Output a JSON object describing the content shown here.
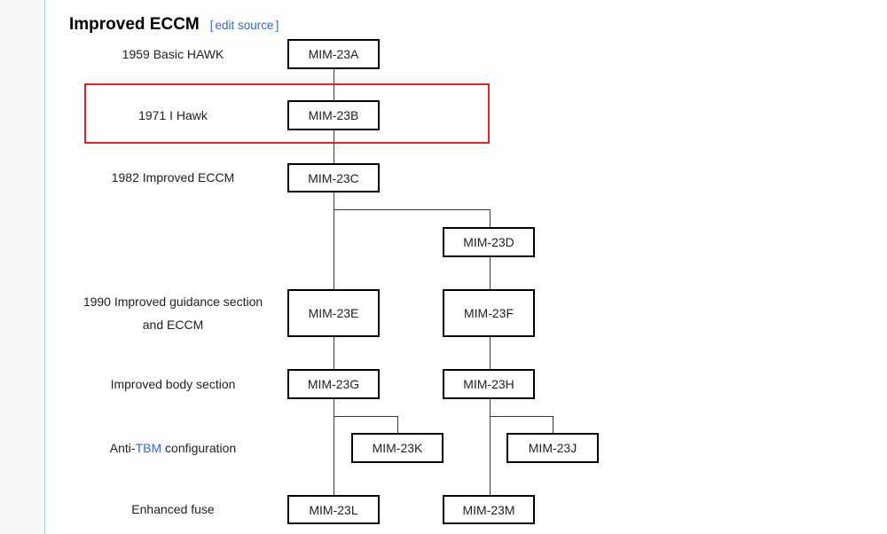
{
  "colors": {
    "highlight": "#ee1f1f",
    "link": "#3366cc",
    "sidebar-bg": "#f6f6f6",
    "sidebar-border": "#a7d7f9",
    "line": "#3a3a3a",
    "box-border": "#000000",
    "text": "#202122"
  },
  "page": {
    "heading": "Improved ECCM",
    "edit_link": {
      "open": "[",
      "label": "edit source",
      "close": "]"
    }
  },
  "diagram": {
    "row_labels": {
      "r1": "1959 Basic HAWK",
      "r2": "1971 I Hawk",
      "r3": "1982 Improved ECCM",
      "r4": "1990 Improved guidance section and ECCM",
      "r5": "Improved body section",
      "r6_prefix": "Anti-",
      "r6_link": "TBM",
      "r6_suffix": " configuration",
      "r7": "Enhanced fuse"
    },
    "nodes": {
      "a": "MIM-23A",
      "b": "MIM-23B",
      "c": "MIM-23C",
      "d": "MIM-23D",
      "e": "MIM-23E",
      "f": "MIM-23F",
      "g": "MIM-23G",
      "h": "MIM-23H",
      "k": "MIM-23K",
      "j": "MIM-23J",
      "l": "MIM-23L",
      "m": "MIM-23M"
    }
  }
}
